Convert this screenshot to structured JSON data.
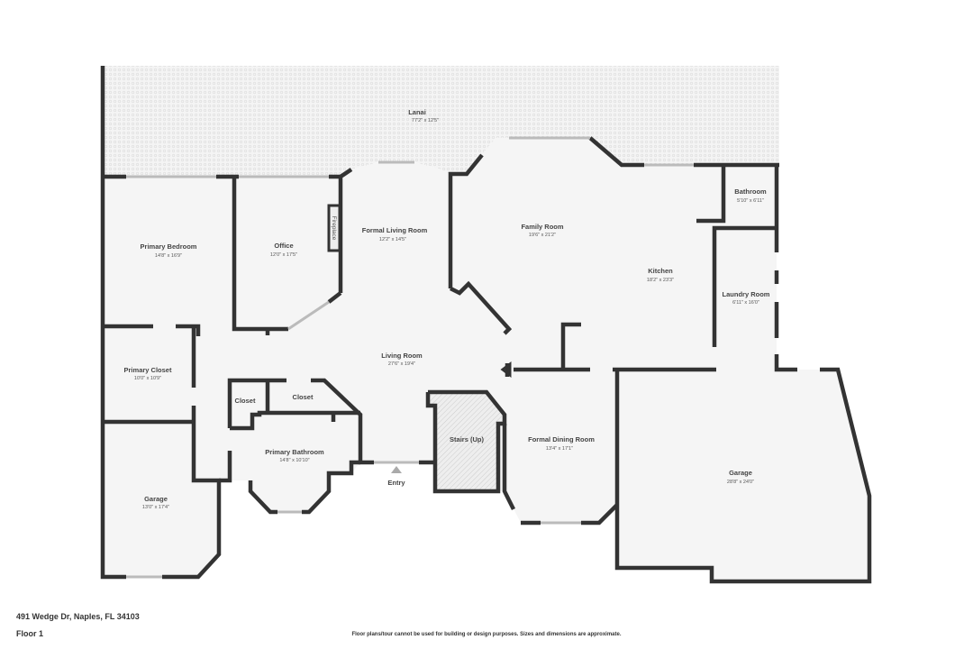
{
  "rooms": {
    "lanai": {
      "name": "Lanai",
      "dim": "77'2\" x 12'5\""
    },
    "primary_bedroom": {
      "name": "Primary Bedroom",
      "dim": "14'8\" x 16'9\""
    },
    "office": {
      "name": "Office",
      "dim": "12'0\" x 17'5\""
    },
    "fireplace": {
      "name": "Fireplace"
    },
    "formal_living": {
      "name": "Formal Living Room",
      "dim": "12'2\" x 14'5\""
    },
    "family_room": {
      "name": "Family Room",
      "dim": "19'6\" x 21'2\""
    },
    "bathroom": {
      "name": "Bathroom",
      "dim": "5'10\" x 6'11\""
    },
    "kitchen": {
      "name": "Kitchen",
      "dim": "18'2\" x 23'3\""
    },
    "laundry": {
      "name": "Laundry Room",
      "dim": "6'11\" x 16'0\""
    },
    "primary_closet": {
      "name": "Primary Closet",
      "dim": "10'0\" x 10'9\""
    },
    "living_room": {
      "name": "Living Room",
      "dim": "27'6\" x 19'4\""
    },
    "closet1": {
      "name": "Closet"
    },
    "closet2": {
      "name": "Closet"
    },
    "primary_bathroom": {
      "name": "Primary Bathroom",
      "dim": "14'8\" x 10'10\""
    },
    "garage_left": {
      "name": "Garage",
      "dim": "13'0\" x 17'4\""
    },
    "stairs": {
      "name": "Stairs (Up)"
    },
    "entry": {
      "name": "Entry"
    },
    "formal_dining": {
      "name": "Formal Dining Room",
      "dim": "13'4\" x 17'1\""
    },
    "garage_right": {
      "name": "Garage",
      "dim": "28'8\" x 24'0\""
    }
  },
  "footer": {
    "address": "491 Wedge Dr, Naples, FL 34103",
    "floor": "Floor 1",
    "disclaimer": "Floor plans/tour cannot be used for building or design purposes. Sizes and dimensions are approximate."
  }
}
